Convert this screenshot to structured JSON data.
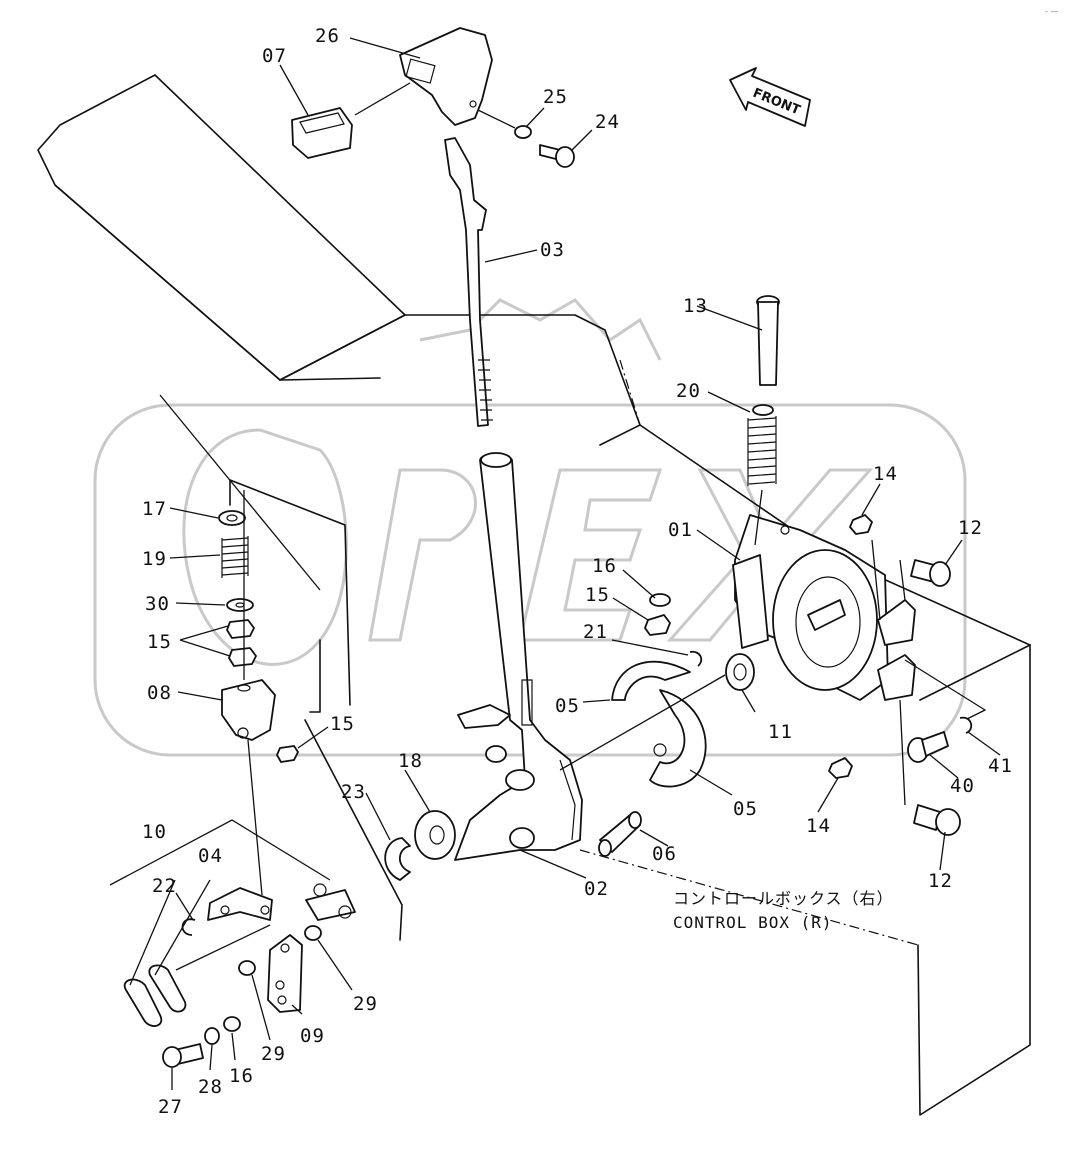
{
  "diagram": {
    "corner_mark": "- —",
    "direction_label": "FRONT",
    "caption_jp": "コントロールボックス（右）",
    "caption_en": "CONTROL BOX (R)",
    "part_labels": {
      "p01": "01",
      "p02": "02",
      "p03": "03",
      "p04": "04",
      "p05a": "05",
      "p05b": "05",
      "p06": "06",
      "p07": "07",
      "p08": "08",
      "p09": "09",
      "p10": "10",
      "p11": "11",
      "p12a": "12",
      "p12b": "12",
      "p13": "13",
      "p14a": "14",
      "p14b": "14",
      "p15a": "15",
      "p15b": "15",
      "p15c": "15",
      "p16a": "16",
      "p16b": "16",
      "p17": "17",
      "p18": "18",
      "p19": "19",
      "p20": "20",
      "p21": "21",
      "p22": "22",
      "p23": "23",
      "p24": "24",
      "p25": "25",
      "p26": "26",
      "p27": "27",
      "p28": "28",
      "p29a": "29",
      "p29b": "29",
      "p30": "30",
      "p40": "40",
      "p41": "41"
    }
  }
}
